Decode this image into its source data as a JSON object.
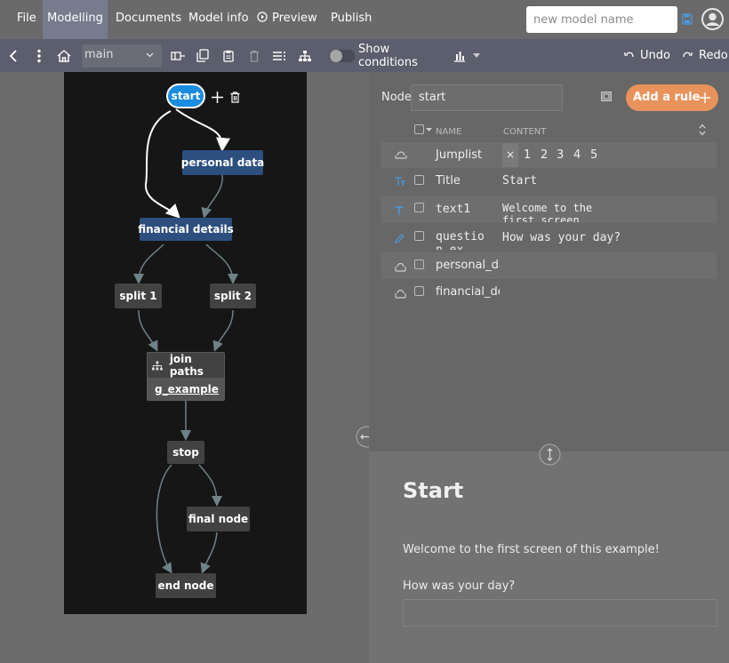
{
  "menu": {
    "file": "File",
    "modelling": "Modelling",
    "documents": "Documents",
    "model_info": "Model info",
    "preview": "Preview",
    "publish": "Publish"
  },
  "model_name": {
    "placeholder": "new model name"
  },
  "toolbar": {
    "branch": "main",
    "show_conditions": "Show conditions",
    "undo": "Undo",
    "redo": "Redo"
  },
  "graph": {
    "nodes": {
      "start": "start",
      "personal_data": "personal data",
      "financial_details": "financial details",
      "split1": "split 1",
      "split2": "split 2",
      "join_paths": "join paths",
      "g_example": "g_example",
      "stop": "stop",
      "final_node": "final node",
      "end_node": "end node"
    }
  },
  "node_panel": {
    "label": "Node",
    "value": "start",
    "add_rule": "Add a rule"
  },
  "table": {
    "col_name": "NAME",
    "col_content": "CONTENT",
    "rows": [
      {
        "icon": "jumplist-icon",
        "name": "Jumplist",
        "content": ""
      },
      {
        "icon": "title-icon",
        "name": "Title",
        "content": "Start"
      },
      {
        "icon": "text-icon",
        "name": "text1",
        "content": "Welcome to the first screen of"
      },
      {
        "icon": "pencil-icon",
        "name": "question_ex",
        "content": "How was your day?"
      },
      {
        "icon": "link-icon",
        "name": "personal_data",
        "content": ""
      },
      {
        "icon": "link-icon",
        "name": "financial_details",
        "content": ""
      }
    ],
    "jumplist": {
      "clear": "×",
      "pages": [
        "1",
        "2",
        "3",
        "4",
        "5"
      ]
    }
  },
  "preview": {
    "title": "Start",
    "text": "Welcome to the first screen of this example!",
    "question": "How was your day?"
  },
  "colors": {
    "accent": "#e8925c",
    "start_node": "#1a8ce0",
    "blue_node": "#2c4f7e",
    "gray_node": "#424242"
  }
}
